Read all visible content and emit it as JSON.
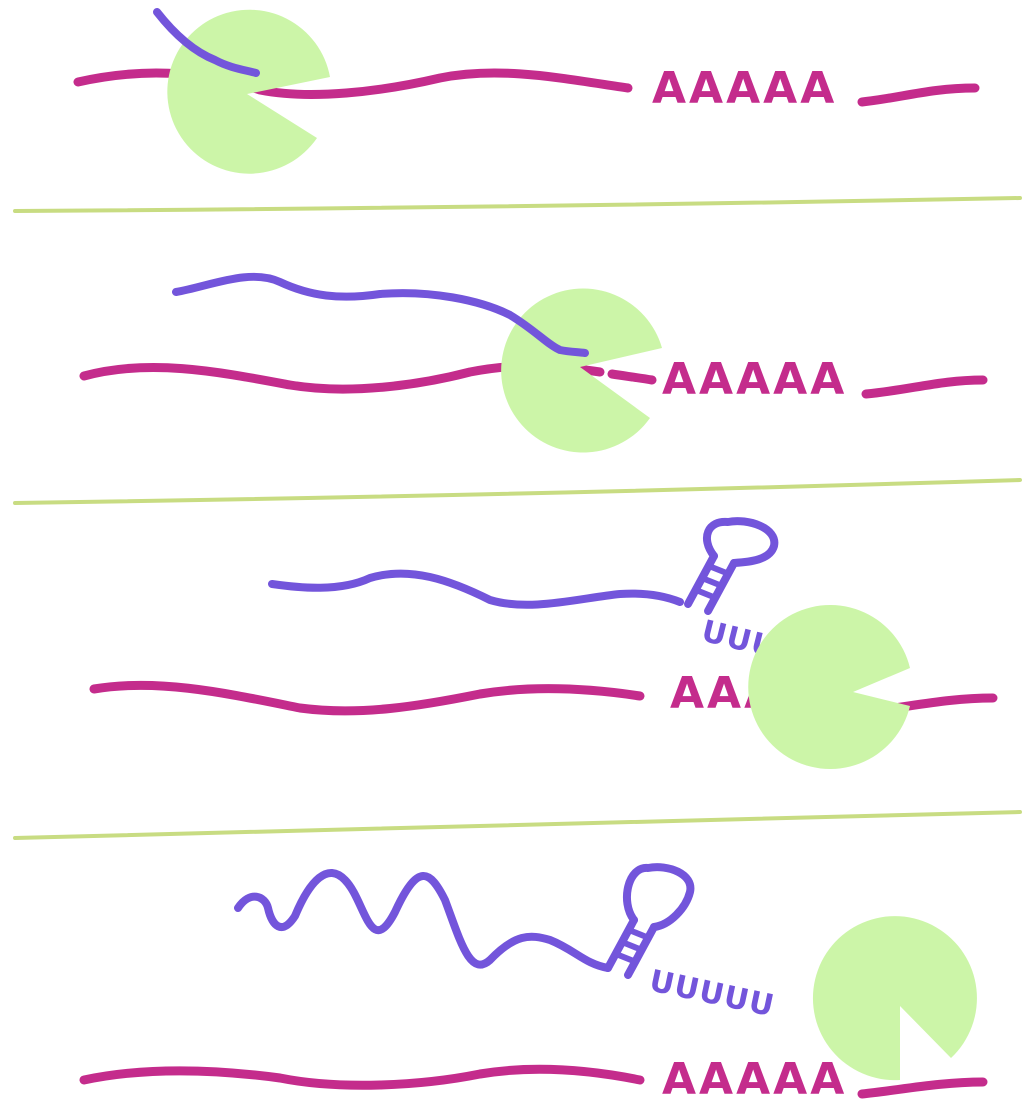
{
  "colors": {
    "mrna": "#c42c8c",
    "rna_product": "#7355db",
    "polymerase": "#ccf5a8",
    "separator": "#c8dc82",
    "background": "#ffffff"
  },
  "panels": [
    {
      "poly_a": "AAAAA",
      "u_tract": ""
    },
    {
      "poly_a": "AAAAA",
      "u_tract": ""
    },
    {
      "poly_a": "AAA",
      "u_tract": "UUUU"
    },
    {
      "poly_a": "AAAAA",
      "u_tract": "UUUUU"
    }
  ]
}
